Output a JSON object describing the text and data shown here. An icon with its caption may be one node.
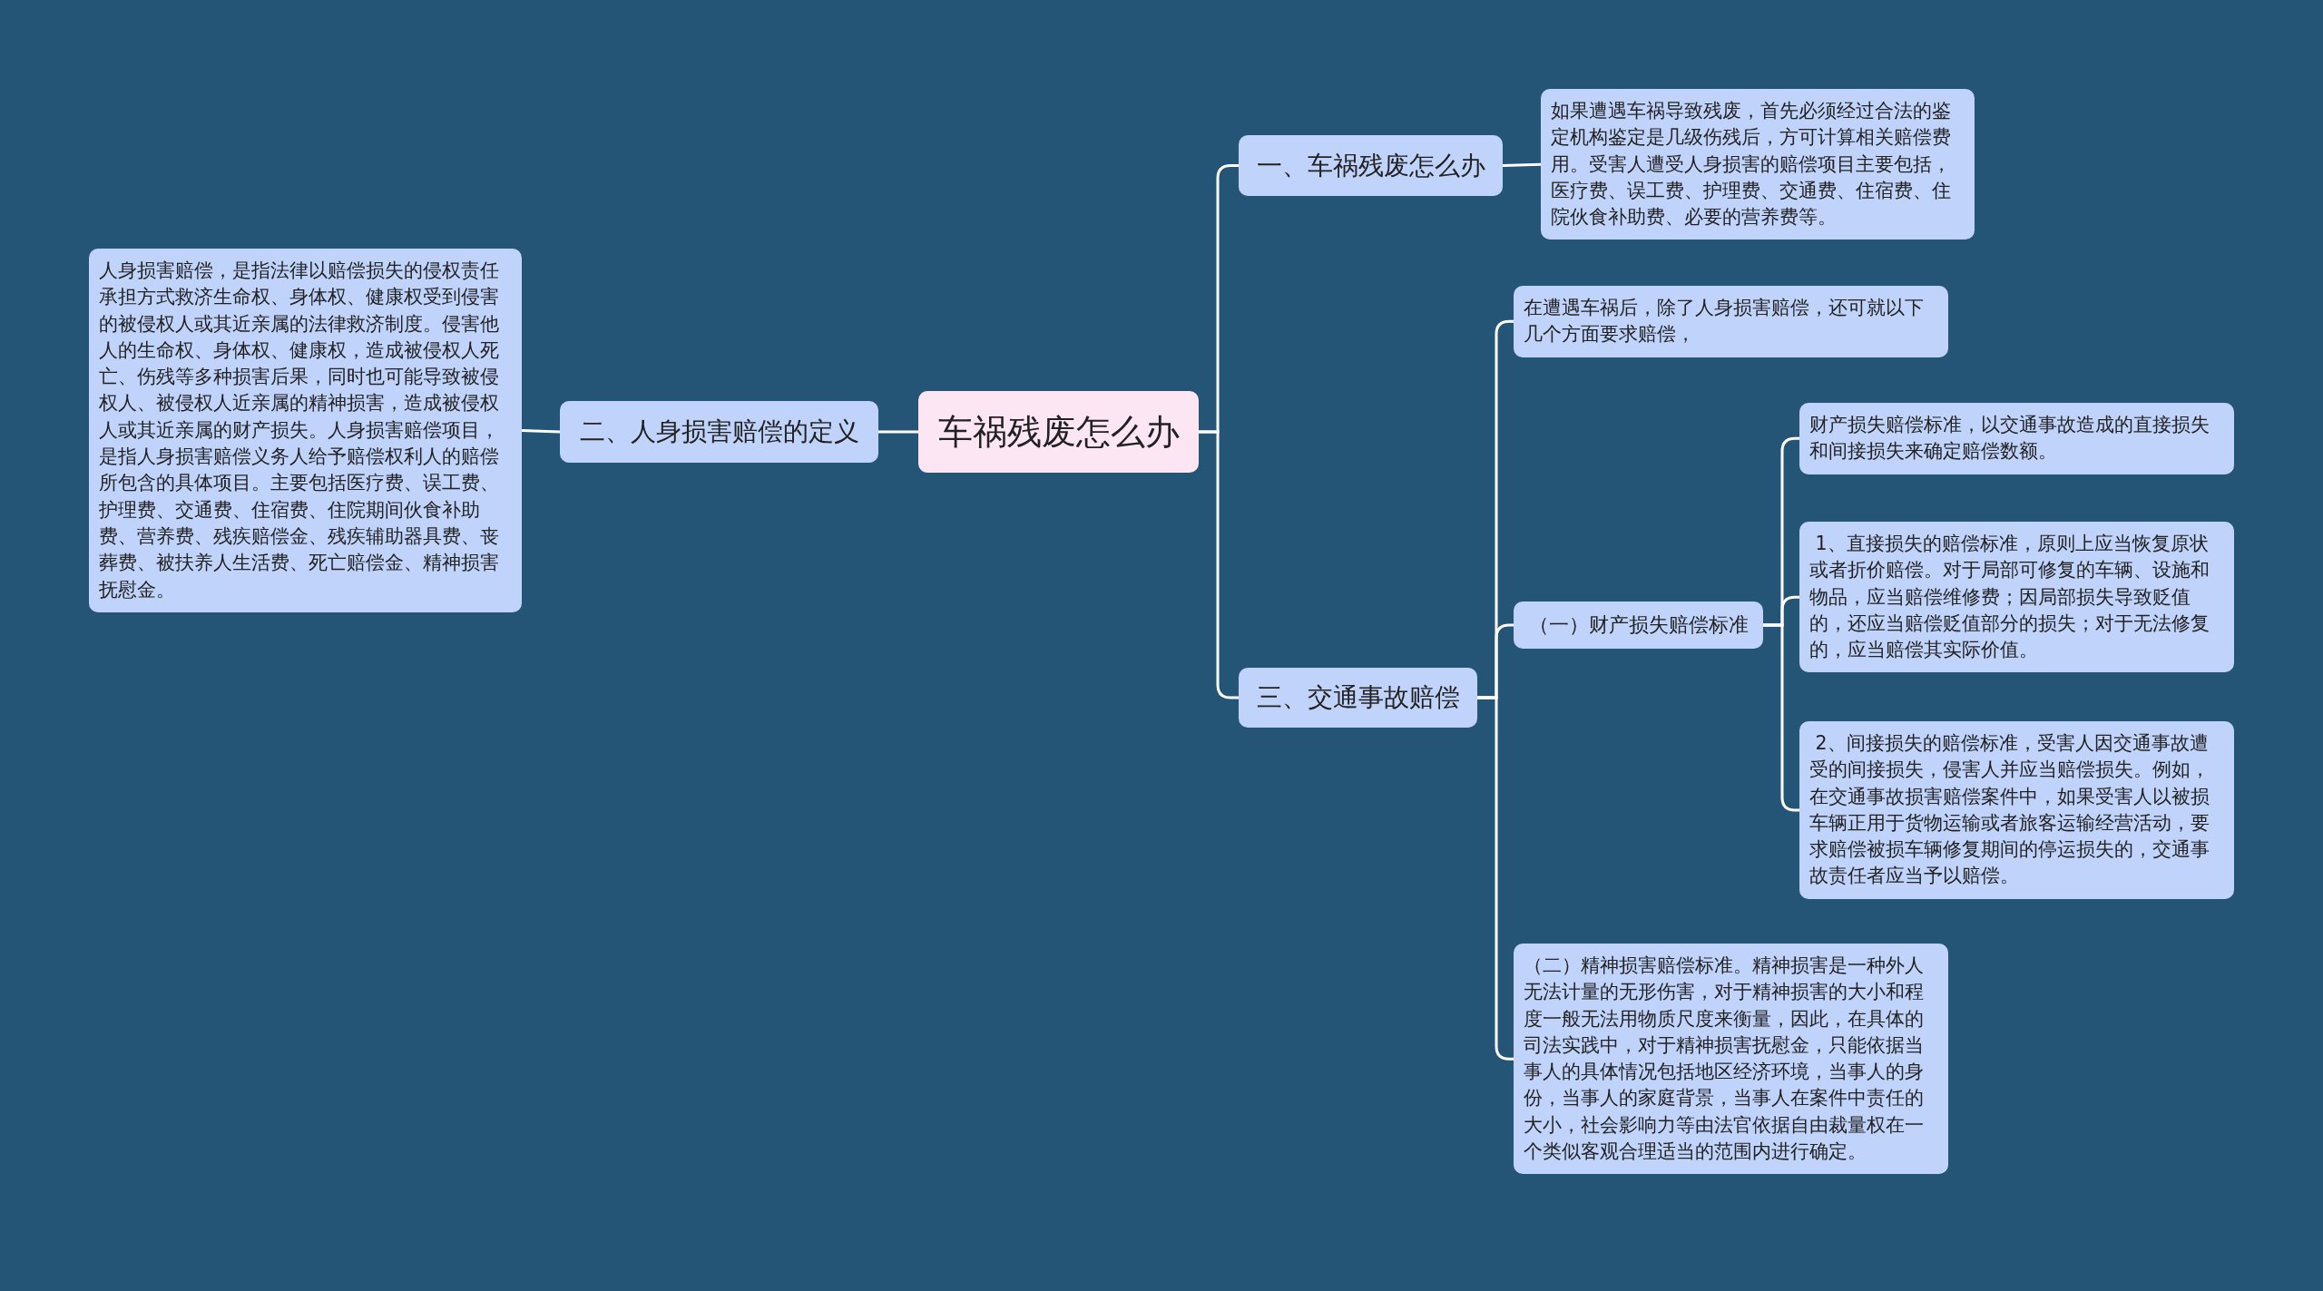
{
  "diagram": {
    "nodes": [
      {
        "text": [
          "车祸残废怎么办"
        ]
      },
      {
        "text": [
          "一、车祸残废怎么办"
        ]
      },
      {
        "text": [
          "如果遭遇车祸导致残废，首先必须经过合法的鉴定机构鉴定是几级伤残后，方可计算相关赔偿费用。受害人遭受人身损害的赔偿项目主要包括，医疗费、误工费、护理费、交通费、住宿费、住院伙食补助费、必要的营养费等。"
        ]
      },
      {
        "text": [
          "二、人身损害赔偿的定义"
        ]
      },
      {
        "text": [
          "人身损害赔偿，是指法律以赔偿损失的侵权责任承担方式救济生命权、身体权、健康权受到侵害的被侵权人或其近亲属的法律救济制度。侵害他人的生命权、身体权、健康权，造成被侵权人死亡、伤残等多种损害后果，同时也可能导致被侵权人、被侵权人近亲属的精神损害，造成被侵权人或其近亲属的财产损失。人身损害赔偿项目，是指人身损害赔偿义务人给予赔偿权利人的赔偿所包含的具体项目。主要包括医疗费、误工费、护理费、交通费、住宿费、住院期间伙食补助费、营养费、残疾赔偿金、残疾辅助器具费、丧葬费、被扶养人生活费、死亡赔偿金、精神损害抚慰金。"
        ]
      },
      {
        "text": [
          "三、交通事故赔偿"
        ]
      },
      {
        "text": [
          "在遭遇车祸后，除了人身损害赔偿，还可就以下几个方面要求赔偿，"
        ]
      },
      {
        "text": [
          "（一）财产损失赔偿标准"
        ]
      },
      {
        "text": [
          "财产损失赔偿标准，以交通事故造成的直接损失和间接损失来确定赔偿数额。"
        ]
      },
      {
        "text": [
          " 1、直接损失的赔偿标准，原则上应当恢复原状或者折价赔偿。对于局部可修复的车辆、设施和物品，应当赔偿维修费；因局部损失导致贬值的，还应当赔偿贬值部分的损失；对于无法修复的，应当赔偿其实际价值。"
        ]
      },
      {
        "text": [
          " 2、间接损失的赔偿标准，受害人因交通事故遭受的间接损失，侵害人并应当赔偿损失。例如，在交通事故损害赔偿案件中，如果受害人以被损车辆正用于货物运输或者旅客运输经营活动，要求赔偿被损车辆修复期间的停运损失的，交通事故责任者应当予以赔偿。"
        ]
      },
      {
        "text": [
          "（二）精神损害赔偿标准。精神损害是一种外人无法计量的无形伤害，对于精神损害的大小和程度一般无法用物质尺度来衡量，因此，在具体的司法实践中，对于精神损害抚慰金，只能依据当事人的具体情况包括地区经济环境，当事人的身份，当事人的家庭背景，当事人在案件中责任的大小，社会影响力等由法官依据自由裁量权在一个类似客观合理适当的范围内进行确定。"
        ]
      }
    ],
    "edges": [
      {
        "from": 0,
        "to": 1,
        "arrow": "none"
      },
      {
        "from": 1,
        "to": 2,
        "arrow": "none"
      },
      {
        "from": 0,
        "to": 3,
        "arrow": "none"
      },
      {
        "from": 3,
        "to": 4,
        "arrow": "none"
      },
      {
        "from": 0,
        "to": 5,
        "arrow": "none"
      },
      {
        "from": 5,
        "to": 6,
        "arrow": "none"
      },
      {
        "from": 5,
        "to": 7,
        "arrow": "none"
      },
      {
        "from": 7,
        "to": 8,
        "arrow": "none"
      },
      {
        "from": 7,
        "to": 9,
        "arrow": "none"
      },
      {
        "from": 7,
        "to": 10,
        "arrow": "none"
      },
      {
        "from": 5,
        "to": 11,
        "arrow": "none"
      }
    ]
  }
}
